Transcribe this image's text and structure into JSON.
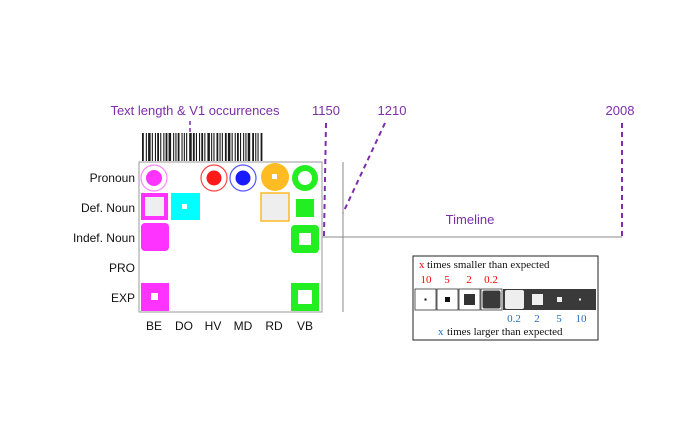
{
  "header": {
    "title": "Text length & V1 occurrences",
    "years": [
      "1150",
      "1210",
      "2008"
    ],
    "timeline_label": "Timeline"
  },
  "rows": [
    "Pronoun",
    "Def. Noun",
    "Indef. Noun",
    "PRO",
    "EXP"
  ],
  "columns": [
    "BE",
    "DO",
    "HV",
    "MD",
    "RD",
    "VB"
  ],
  "colors": {
    "purple": "#7b2fa8",
    "magenta": "#ff33ff",
    "cyan": "#00ffff",
    "red": "#ff1a1a",
    "blue": "#1a1aff",
    "orange": "#ffbb22",
    "green": "#22ee22",
    "legend_red": "#ff0000",
    "legend_blue": "#1f6fbf"
  },
  "legend": {
    "x_symbol": "x",
    "top_text": "times smaller than expected",
    "top_values": [
      "10",
      "5",
      "2",
      "0.2"
    ],
    "bottom_values": [
      "0.2",
      "2",
      "5",
      "10"
    ],
    "bottom_text": "times larger than expected"
  }
}
